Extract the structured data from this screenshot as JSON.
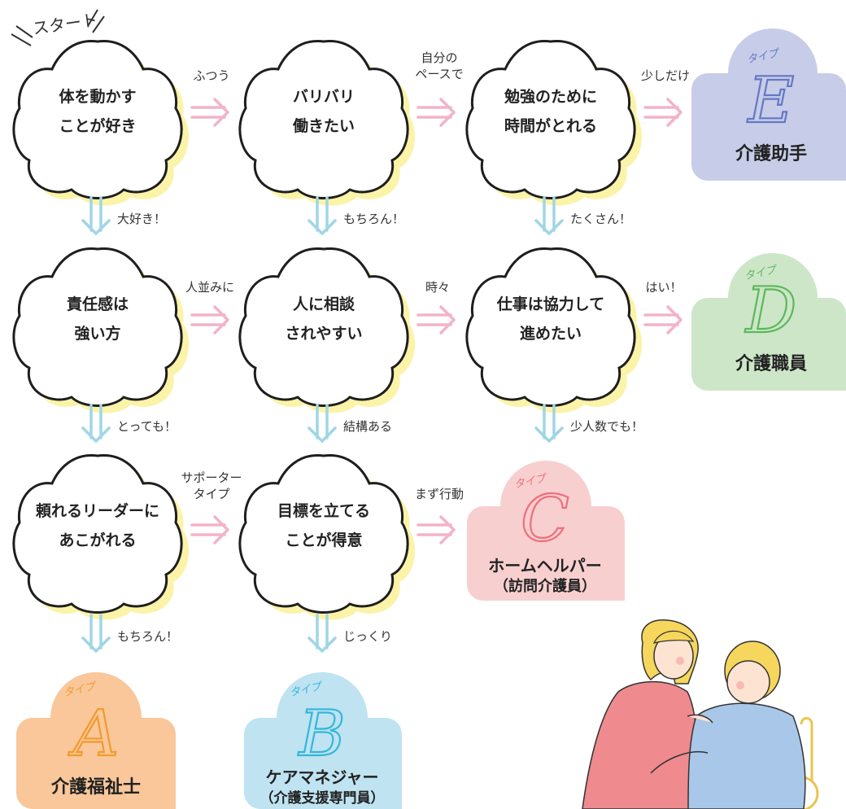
{
  "start_label": "スタート",
  "questions": {
    "q1": [
      "体を動かす",
      "ことが好き"
    ],
    "q2": [
      "バリバリ",
      "働きたい"
    ],
    "q3": [
      "勉強のために",
      "時間がとれる"
    ],
    "q4": [
      "責任感は",
      "強い方"
    ],
    "q5": [
      "人に相談",
      "されやすい"
    ],
    "q6": [
      "仕事は協力して",
      "進めたい"
    ],
    "q7": [
      "頼れるリーダーに",
      "あこがれる"
    ],
    "q8": [
      "目標を立てる",
      "ことが得意"
    ]
  },
  "arrow_labels": {
    "q1_q2": "ふつう",
    "q2_q3": [
      "自分の",
      "ペースで"
    ],
    "q3_E": "少しだけ",
    "q1_q4": "大好き！",
    "q2_q5": "もちろん！",
    "q3_q6": "たくさん！",
    "q4_q5": "人並みに",
    "q5_q6": "時々",
    "q6_D": "はい！",
    "q4_q7": "とっても！",
    "q5_q8": "結構ある",
    "q6_C": "少人数でも！",
    "q7_q8": [
      "サポーター",
      "タイプ"
    ],
    "q8_C": "まず行動",
    "q7_A": "もちろん！",
    "q8_B": "じっくり"
  },
  "results": {
    "type_label": "タイプ",
    "A": {
      "letter": "A",
      "title": "介護福祉士",
      "subtitle": "",
      "color": "#f9c79a",
      "letter_color": "#f29a2e"
    },
    "B": {
      "letter": "B",
      "title": "ケアマネジャー",
      "subtitle": "（介護支援専門員）",
      "color": "#bfe3f1",
      "letter_color": "#35b6da"
    },
    "C": {
      "letter": "C",
      "title": "ホームヘルパー",
      "subtitle": "（訪問介護員）",
      "color": "#f7cfcf",
      "letter_color": "#ee6f7d"
    },
    "D": {
      "letter": "D",
      "title": "介護職員",
      "subtitle": "",
      "color": "#cde6c8",
      "letter_color": "#5cb85c"
    },
    "E": {
      "letter": "E",
      "title": "介護助手",
      "subtitle": "",
      "color": "#c7cde8",
      "letter_color": "#6577c4"
    }
  },
  "colors": {
    "cloud_shadow": "#fbf3a8",
    "arrow_right": "#f3b3c8",
    "arrow_down": "#9fd6e5"
  }
}
